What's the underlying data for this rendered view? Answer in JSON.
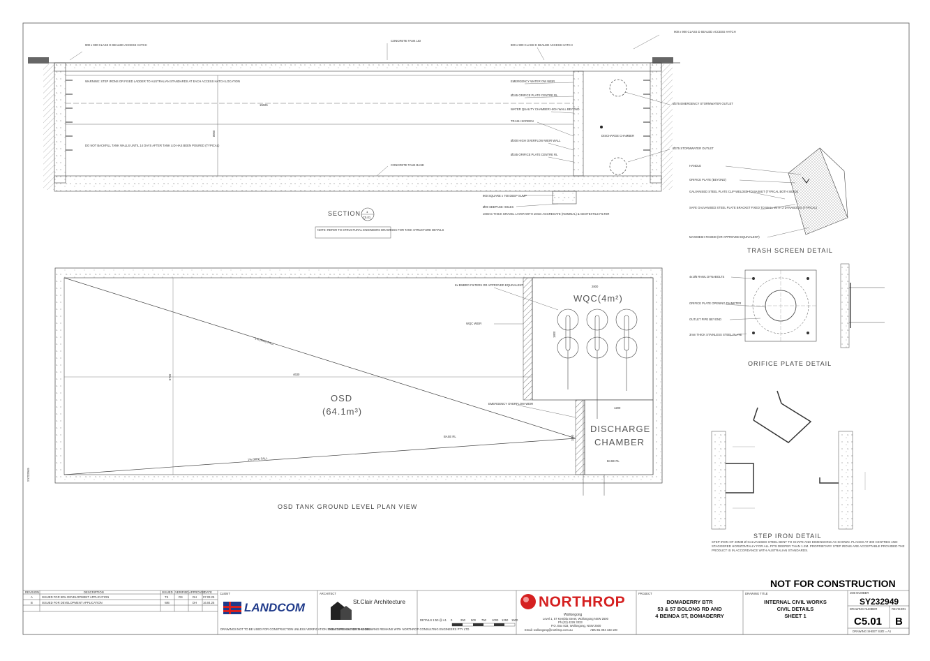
{
  "banner": {
    "not_for_construction": "NOT FOR CONSTRUCTION"
  },
  "section": {
    "title": "SECTION",
    "ref_top": "1",
    "ref_bottom": "C5.01",
    "note": "NOTE: REFER TO STRUCTURAL ENGINEERS DRAWINGS FOR TANK STRUCTURE DETAILS",
    "labels": {
      "concrete_lid": "CONCRETE TANK LID",
      "hatch_left": "900 x 900 CLASS D SEALED ACCESS HATCH",
      "hatch_mid": "900 x 900 CLASS D SEALED ACCESS HATCH",
      "hatch_right": "900 x 900 CLASS D SEALED ACCESS HATCH",
      "concrete_base": "CONCRETE TANK BASE",
      "step_irons": "WARNING: STEP IRONS OR FIXED LADDER TO AUSTRALIAN STANDARDS AT EACH ACCESS HATCH LOCATION",
      "no_backfill": "DO NOT BACKFILL TANK WALLS UNTIL 14 DAYS AFTER TANK LID HAS BEEN POURED (TYPICAL)",
      "emergency_weir": "EMERGENCY WATER OW WEIR",
      "orifice_centre": "Ø345 ORIFICE PLATE CENTRE RL",
      "wq_chamber": "WATER QUALITY CHAMBER HIGH WALL BEYOND",
      "trash_screen": "TRASH SCREEN",
      "outlet_375": "Ø375 EMERGENCY STORMWATER OUTLET",
      "discharge_chamber": "DISCHARGE CHAMBER",
      "outlet_375b": "Ø375 STORMWATER OUTLET",
      "weir_wall": "Ø300 HIGH OVERFLOW WEIR WALL",
      "orifice_plate": "Ø345 ORIFICE PLATE CENTRE RL",
      "sump": "900 SQUARE x 700 DEEP SUMP",
      "seepage": "Ø90 SEEPAGE HOLES",
      "gravel": "100mm THICK GRAVEL LAYER WITH 10mm AGGREGATE (NOMINAL) & GEOTEXTILE FILTER",
      "dim_15025": "15025",
      "dim_8950": "8950"
    }
  },
  "plan": {
    "title": "OSD TANK GROUND LEVEL PLAN VIEW",
    "osd": "OSD",
    "osd_vol": "(64.1m³)",
    "wqc": "WQC(4m²)",
    "discharge": "DISCHARGE",
    "chamber": "CHAMBER",
    "labels": {
      "filters": "6x EMBRO FILTERS OR APPROVED EQUIVALENT",
      "weir": "WQC WEIR",
      "overflow": "EMERGENCY OVERFLOW WEIR",
      "base": "BASE RL",
      "base2": "BASE RL",
      "fall1": "1% (MIN) FALL",
      "fall2": "1% (MIN) FALL",
      "dim_1800": "1800",
      "dim_1200": "1200",
      "dim_4630": "4630",
      "dim_5700": "5700",
      "dim_2800": "2800",
      "dim_1890": "1890"
    }
  },
  "trash": {
    "title": "TRASH SCREEN DETAIL",
    "labels": [
      "HANDLE",
      "ORIFICE PLATE (BEYOND)",
      "GALVANISED STEEL PLATE CLIP WELDED TO BASKET (TYPICAL BOTH SIDES)",
      "SAFE GALVANISED STEEL PLATE BRACKET FIXED TO WALL WITH 2 DYNABOLTS (TYPICAL)",
      "MAXIMESH RH3030 (OR APPROVED EQUIVALENT)"
    ]
  },
  "orifice": {
    "title": "ORIFICE PLATE DETAIL",
    "labels": [
      "4x Ø6 RAWL DYNABOLTS",
      "ORIFICE PLATE OPENING DIAMETER",
      "OUTLET PIPE BEYOND",
      "3mm THICK STAINLESS STEEL PLATE"
    ]
  },
  "step": {
    "title": "STEP IRON DETAIL",
    "note": "STEP IRON OF 20mm Ø GALVANISED STEEL BENT TO SHAPE AND DIMENSIONS AS SHOWN. PLACED AT 300 CENTRES AND STAGGERED HORIZONTALLY FOR ALL PITS DEEPER THAN 1.2m. PROPRIETARY STEP IRONS ARE ACCEPTABLE PROVIDED THE PRODUCT IS IN ACCORDANCE WITH AUSTRALIAN STANDARDS."
  },
  "titleblock": {
    "revision_head": [
      "REVISION",
      "DESCRIPTION",
      "ISSUED",
      "VERIFIED",
      "APPROVED",
      "DATE"
    ],
    "revisions": [
      [
        "A",
        "ISSUED FOR 90% DEVELOPMENT APPLICATION",
        "TS",
        "RS",
        "DH",
        "07.03.25"
      ],
      [
        "B",
        "ISSUED FOR DEVELOPMENT APPLICATION",
        "WB",
        "",
        "DH",
        "16.04.25"
      ]
    ],
    "client_label": "CLIENT",
    "client": "LANDCOM",
    "architect_label": "ARCHITECT",
    "architect": "St.Clair Architecture",
    "scale_text": "DETAILS 1:50 @ A1",
    "scale_ticks": [
      "0",
      "250",
      "500",
      "750",
      "1000",
      "1250",
      "1500"
    ],
    "consultant": "NORTHROP",
    "consultant_office": "Wollongong",
    "consultant_address": "Level 1, 57 Kembla Street, Wollongong NSW 2500",
    "consultant_phone": "Ph (02) 4226 3333",
    "consultant_po": "P.O. Box 833, Wollongong, NSW 2500",
    "consultant_email": "Email: wollongong@northrop.com.au",
    "consultant_abn": "ABN 81 094 433 100",
    "project_label": "PROJECT",
    "project_lines": [
      "BOMADERRY BTR",
      "53 & 57 BOLONG RD AND",
      "4 BEINDA ST, BOMADERRY"
    ],
    "drawing_title_label": "DRAWING TITLE",
    "drawing_title": [
      "INTERNAL CIVIL WORKS",
      "CIVIL DETAILS",
      "SHEET 1"
    ],
    "job_label": "JOB NUMBER",
    "job_number": "SY232949",
    "dwg_label": "DRAWING NUMBER",
    "drawing_number": "C5.01",
    "rev_label": "REVISION",
    "revision": "B",
    "sheet_size": "DRAWING SHEET SIZE = A1",
    "not_construction_note": "DRAWINGS NOT TO BE USED FOR CONSTRUCTION UNLESS VERIFICATION SIGNATURE HAS BEEN ADDED",
    "copyright_note": "THE COPYRIGHT OF THIS DRAWING REMAINS WITH NORTHROP CONSULTING ENGINEERS PTY LTD"
  }
}
